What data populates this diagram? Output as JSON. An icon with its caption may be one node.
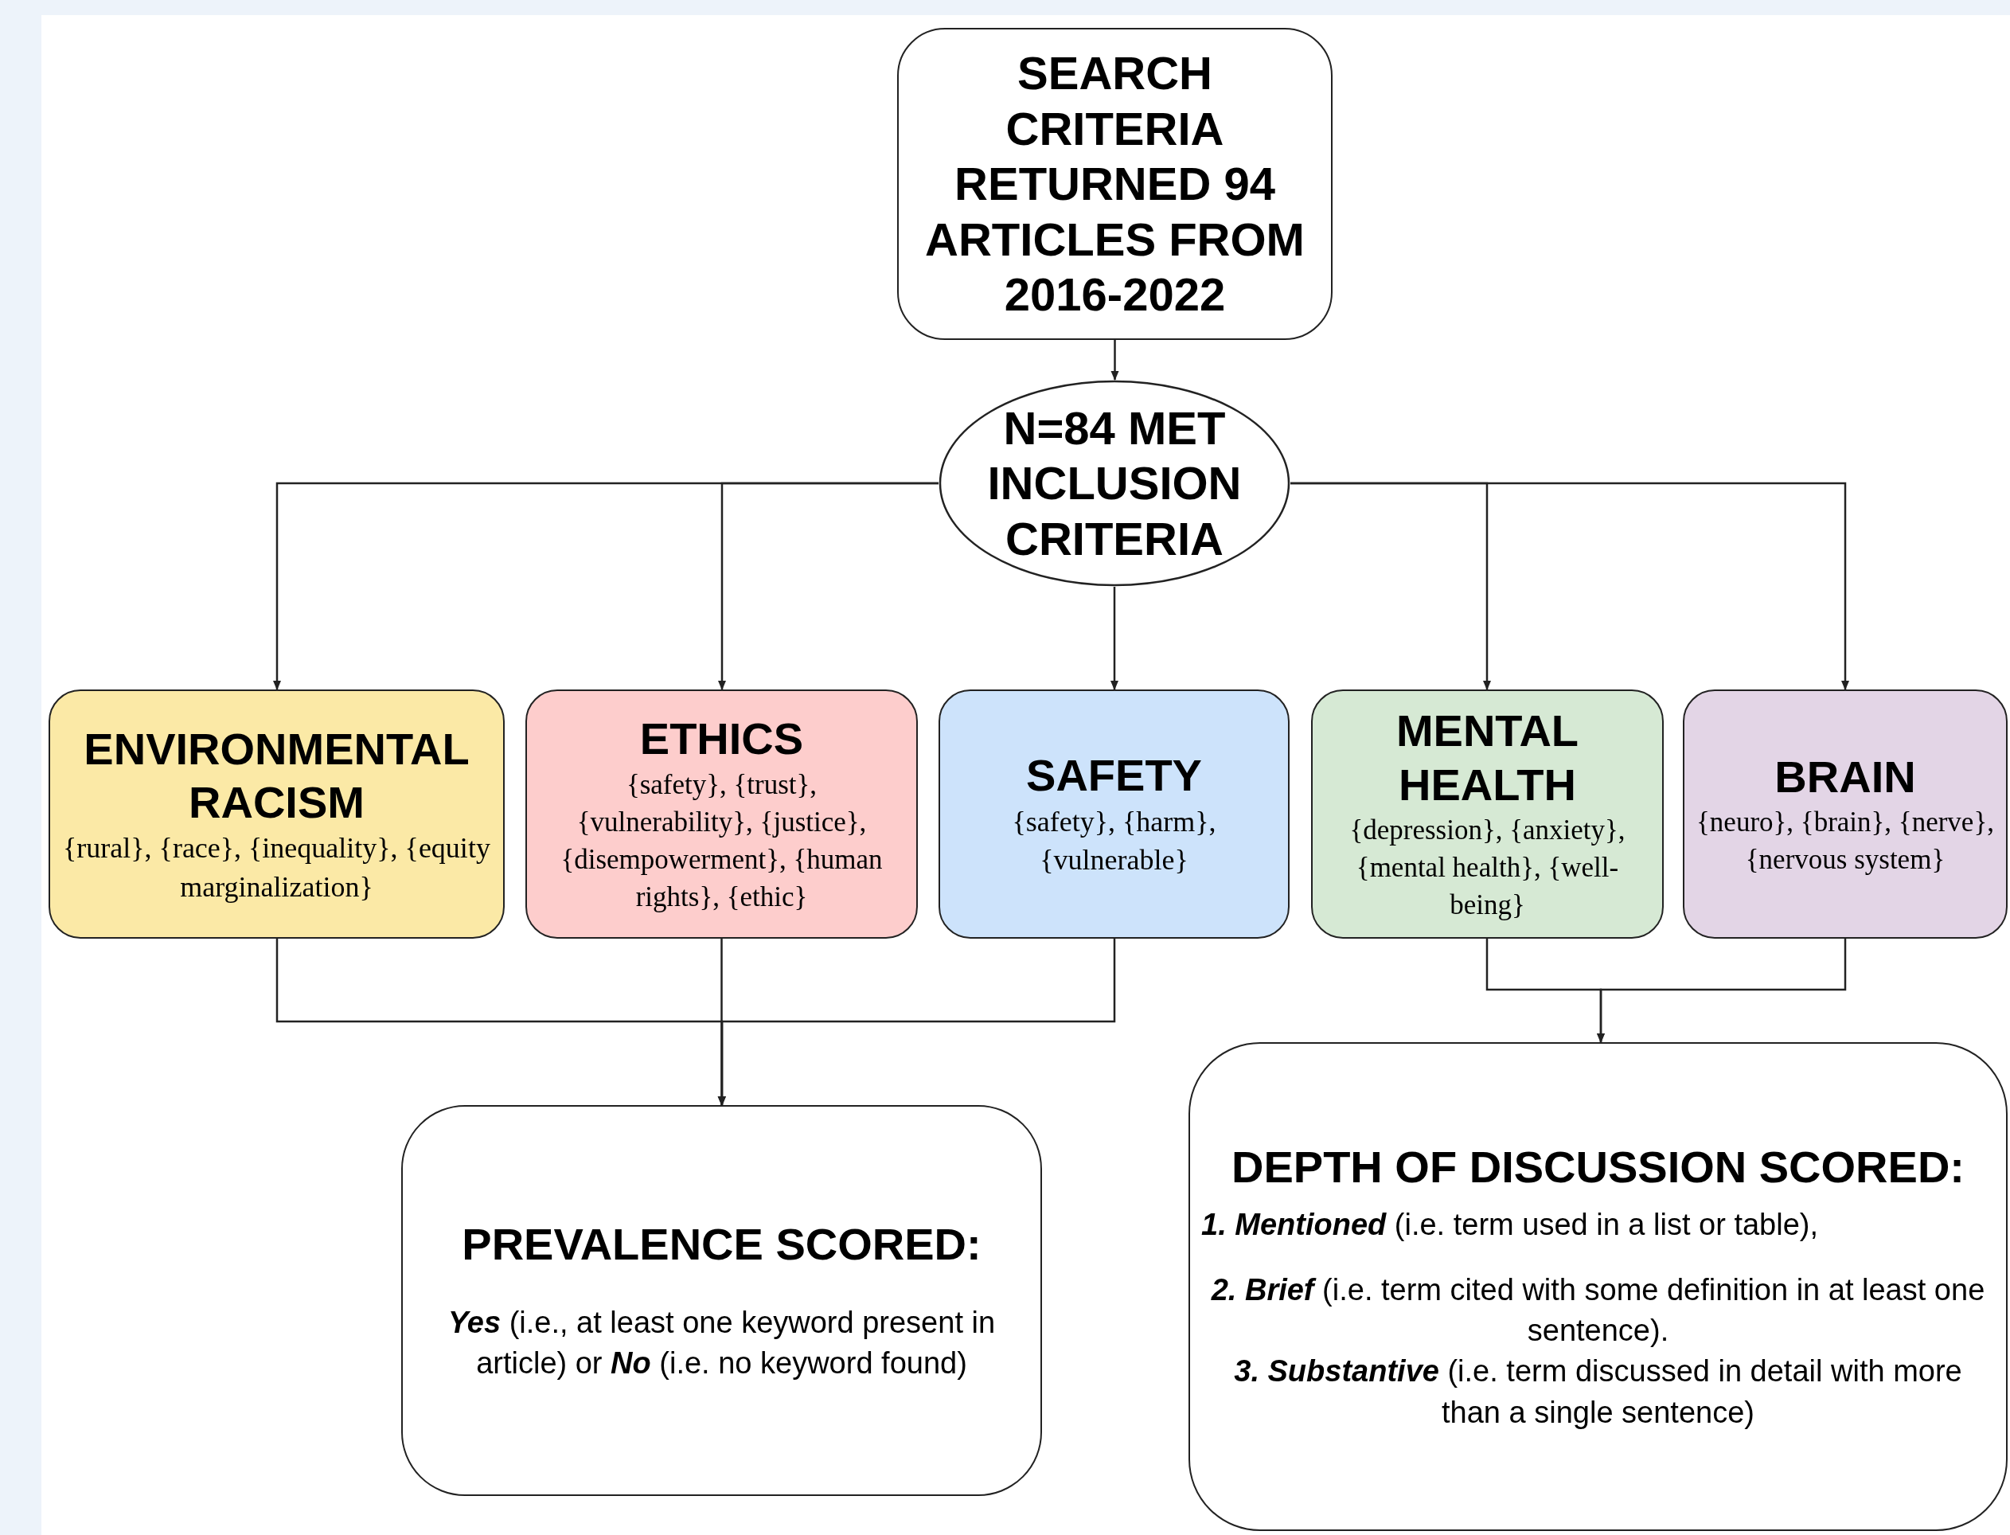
{
  "diagram": {
    "nodes": [
      {
        "text": [
          "SEARCH CRITERIA RETURNED 94 ARTICLES FROM 2016-2022"
        ]
      },
      {
        "text": [
          "N=84 MET INCLUSION CRITERIA"
        ]
      },
      {
        "text": [
          "ENVIRONMENTAL RACISM",
          "{rural}, {race}, {inequality}, {equity marginalization}"
        ]
      },
      {
        "text": [
          "ETHICS",
          "{safety}, {trust}, {vulnerability}, {justice}, {disempowerment}, {human rights}, {ethic}"
        ]
      },
      {
        "text": [
          "SAFETY",
          "{safety}, {harm}, {vulnerable}"
        ]
      },
      {
        "text": [
          "MENTAL HEALTH",
          "{depression}, {anxiety}, {mental health}, {well-being}"
        ]
      },
      {
        "text": [
          "BRAIN",
          "{neuro}, {brain}, {nerve}, {nervous system}"
        ]
      },
      {
        "text": [
          "PREVALENCE SCORED:",
          "**Yes** (i.e., at least one keyword present in article) or **No** (i.e. no keyword found)"
        ]
      },
      {
        "text": [
          "DEPTH OF DISCUSSION SCORED:",
          "**1. Mentioned** (i.e. term used in a list or table),",
          "**2. Brief** (i.e. term cited with some definition in at least one sentence).",
          "**3. Substantive** (i.e. term discussed in detail with more than a single sentence)"
        ]
      }
    ],
    "edges": [
      {
        "from": 0,
        "to": 1,
        "arrow": "to"
      },
      {
        "from": 1,
        "to": 2,
        "arrow": "to"
      },
      {
        "from": 1,
        "to": 3,
        "arrow": "to"
      },
      {
        "from": 1,
        "to": 4,
        "arrow": "to"
      },
      {
        "from": 1,
        "to": 5,
        "arrow": "to"
      },
      {
        "from": 1,
        "to": 6,
        "arrow": "to"
      },
      {
        "from": 2,
        "to": 7,
        "arrow": "to"
      },
      {
        "from": 3,
        "to": 7,
        "arrow": "to"
      },
      {
        "from": 4,
        "to": 7,
        "arrow": "to"
      },
      {
        "from": 5,
        "to": 8,
        "arrow": "to"
      },
      {
        "from": 6,
        "to": 8,
        "arrow": "to"
      }
    ]
  }
}
